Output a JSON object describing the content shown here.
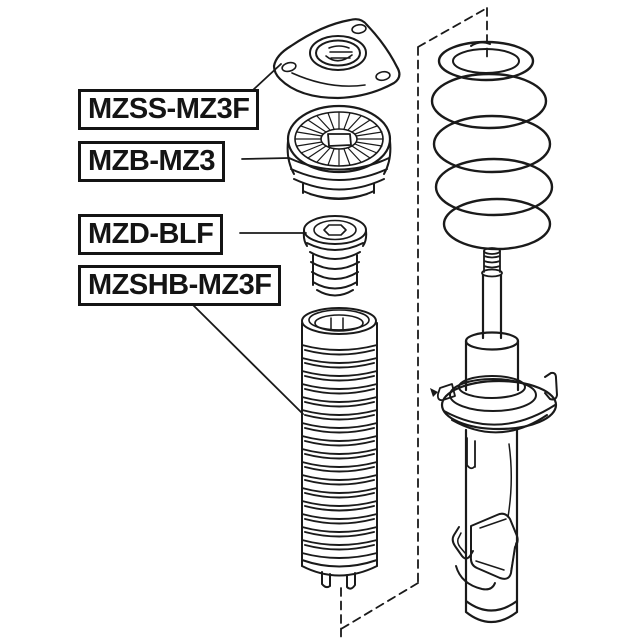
{
  "page": {
    "background": "#ffffff",
    "line_color": "#1a1a1a"
  },
  "labels": [
    {
      "text": "MZSS-MZ3F",
      "target_part": "strut-mount"
    },
    {
      "text": "MZB-MZ3",
      "target_part": "strut-mount-bearing"
    },
    {
      "text": "MZD-BLF",
      "target_part": "bump-stop"
    },
    {
      "text": "MZSHB-MZ3F",
      "target_part": "shock-absorber-boot"
    }
  ],
  "parts": [
    {
      "name": "strut-mount"
    },
    {
      "name": "strut-mount-bearing"
    },
    {
      "name": "bump-stop"
    },
    {
      "name": "shock-absorber-boot"
    },
    {
      "name": "coil-spring"
    },
    {
      "name": "shock-absorber"
    }
  ]
}
